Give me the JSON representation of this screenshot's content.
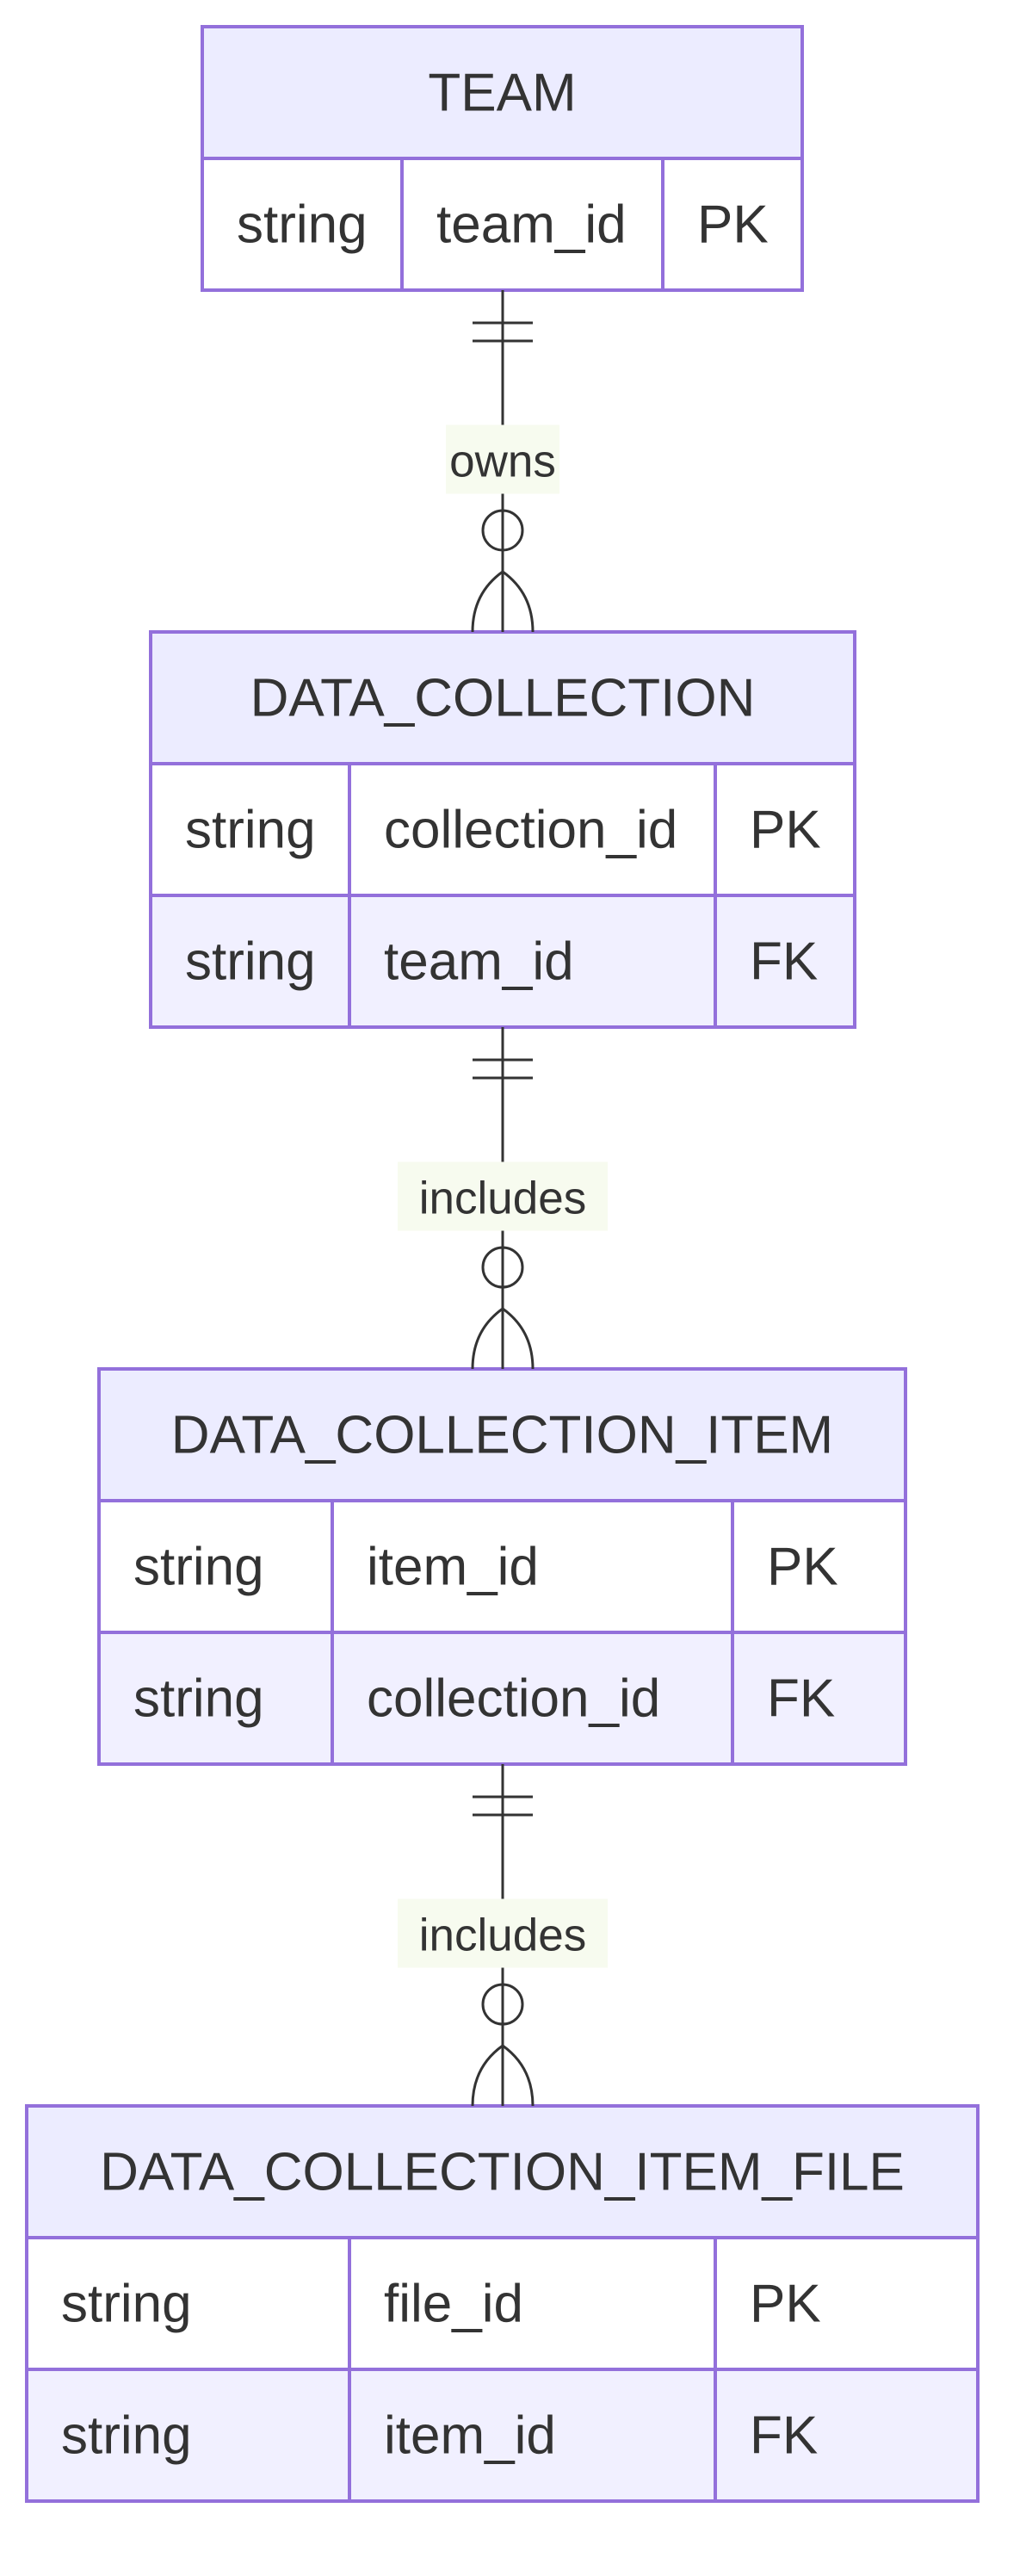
{
  "diagram": {
    "entities": [
      {
        "name": "TEAM",
        "attributes": [
          {
            "type": "string",
            "name": "team_id",
            "key": "PK"
          }
        ]
      },
      {
        "name": "DATA_COLLECTION",
        "attributes": [
          {
            "type": "string",
            "name": "collection_id",
            "key": "PK"
          },
          {
            "type": "string",
            "name": "team_id",
            "key": "FK"
          }
        ]
      },
      {
        "name": "DATA_COLLECTION_ITEM",
        "attributes": [
          {
            "type": "string",
            "name": "item_id",
            "key": "PK"
          },
          {
            "type": "string",
            "name": "collection_id",
            "key": "FK"
          }
        ]
      },
      {
        "name": "DATA_COLLECTION_ITEM_FILE",
        "attributes": [
          {
            "type": "string",
            "name": "file_id",
            "key": "PK"
          },
          {
            "type": "string",
            "name": "item_id",
            "key": "FK"
          }
        ]
      }
    ],
    "relationships": [
      {
        "from": "TEAM",
        "to": "DATA_COLLECTION",
        "label": "owns",
        "from_card": "exactly-one",
        "to_card": "zero-or-more"
      },
      {
        "from": "DATA_COLLECTION",
        "to": "DATA_COLLECTION_ITEM",
        "label": "includes",
        "from_card": "exactly-one",
        "to_card": "zero-or-more"
      },
      {
        "from": "DATA_COLLECTION_ITEM",
        "to": "DATA_COLLECTION_ITEM_FILE",
        "label": "includes",
        "from_card": "exactly-one",
        "to_card": "zero-or-more"
      }
    ],
    "colors": {
      "entity_fill": "#ECECFF",
      "entity_stroke": "#9370DB",
      "row_odd": "#ffffff",
      "row_even": "#F1F0FF",
      "line": "#333333",
      "label_bg": "#f7fbef",
      "text": "#333333"
    }
  }
}
